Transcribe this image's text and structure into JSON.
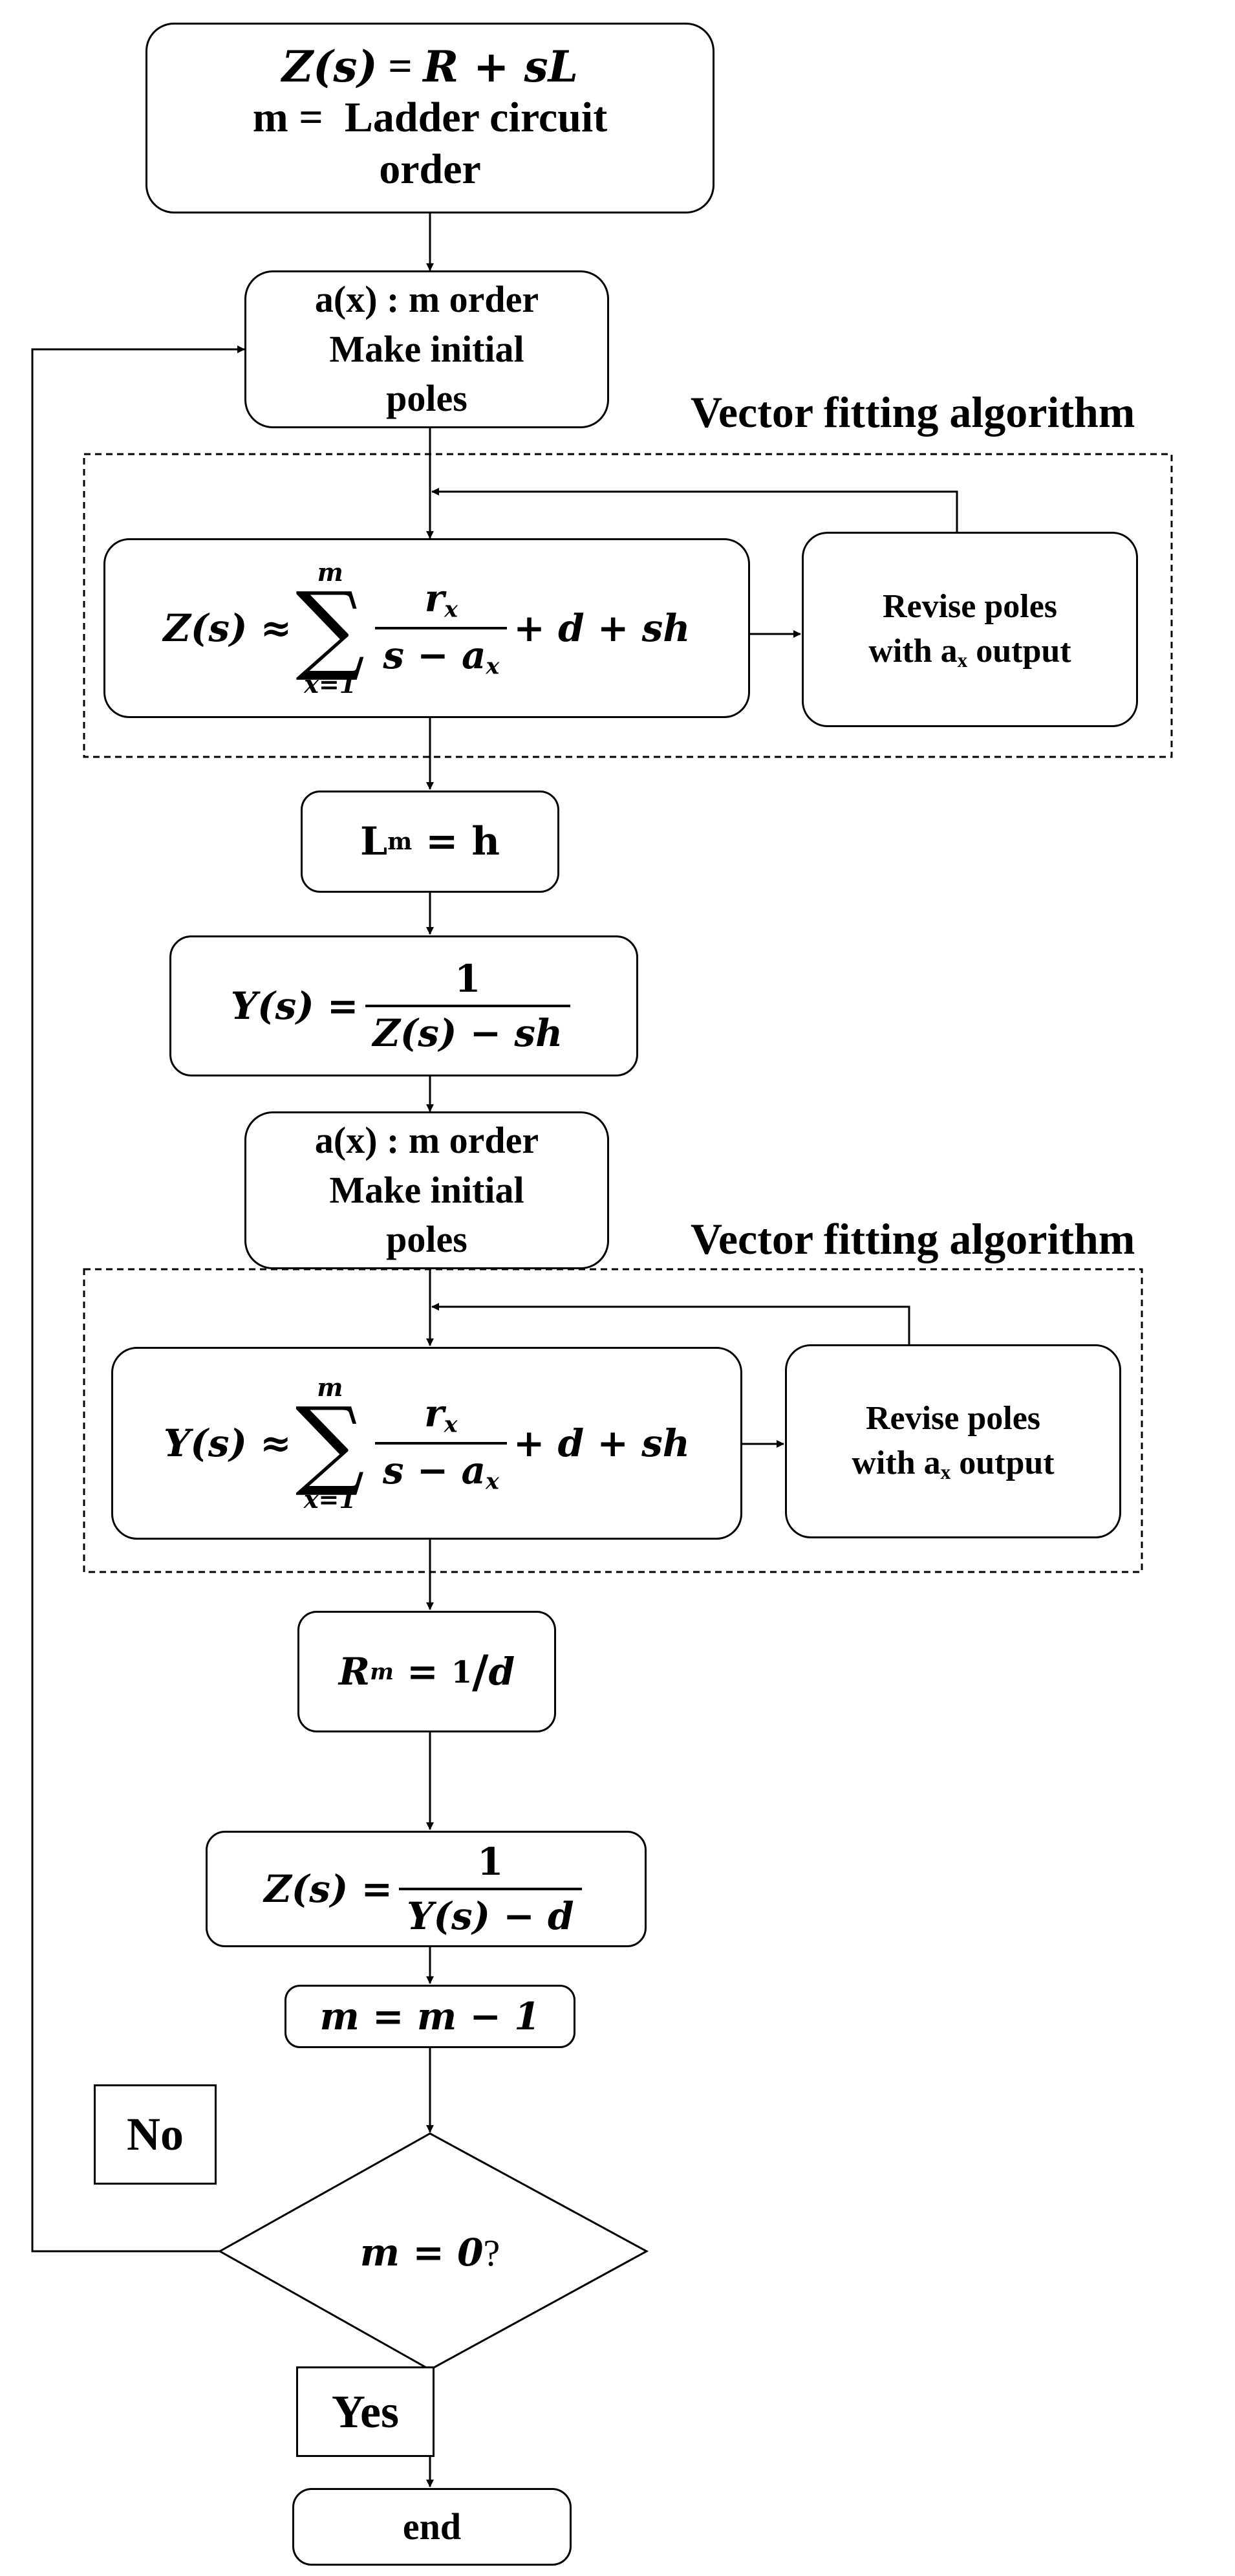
{
  "start": {
    "eq": {
      "lhs": "Z(s)",
      "rhs": "R + sL"
    },
    "line2": "m =  Ladder circuit",
    "line3": "order"
  },
  "init_poles_1": {
    "line1": "a(x) : m order",
    "line2": "Make initial",
    "line3": "poles"
  },
  "vf_label_1": "Vector fitting algorithm",
  "fit_z": {
    "lhs": "Z(s) ≈",
    "sum_upper": "m",
    "sum_lower": "x=1",
    "numerator": "r",
    "numerator_sub": "x",
    "denominator": "s − a",
    "denominator_sub": "x",
    "tail": "+ d + sh"
  },
  "revise_1": {
    "line1": "Revise poles",
    "line2a": "with a",
    "line2_sub": "x",
    "line2b": " output"
  },
  "lm": {
    "base": "L",
    "sub": "m",
    "rest": " = h"
  },
  "y_eq": {
    "lhs": "Y(s) =",
    "numerator": "1",
    "denominator": "Z(s) − sh"
  },
  "init_poles_2": {
    "line1": "a(x) : m order",
    "line2": "Make initial",
    "line3": "poles"
  },
  "vf_label_2": "Vector fitting algorithm",
  "fit_y": {
    "lhs": "Y(s) ≈",
    "sum_upper": "m",
    "sum_lower": "x=1",
    "numerator": "r",
    "numerator_sub": "x",
    "denominator": "s − a",
    "denominator_sub": "x",
    "tail": "+ d + sh"
  },
  "revise_2": {
    "line1": "Revise poles",
    "line2a": "with a",
    "line2_sub": "x",
    "line2b": " output"
  },
  "rm": {
    "base": "R",
    "sub": "m",
    "eq": " = ",
    "numerator": "1",
    "slash": "/",
    "denominator": "d"
  },
  "z_eq": {
    "lhs": "Z(s) =",
    "numerator": "1",
    "denominator": "Y(s) − d"
  },
  "decrement": "m = m − 1",
  "decision": {
    "expr": "m = 0",
    "qmark": "?"
  },
  "no_label": "No",
  "yes_label": "Yes",
  "end": "end"
}
